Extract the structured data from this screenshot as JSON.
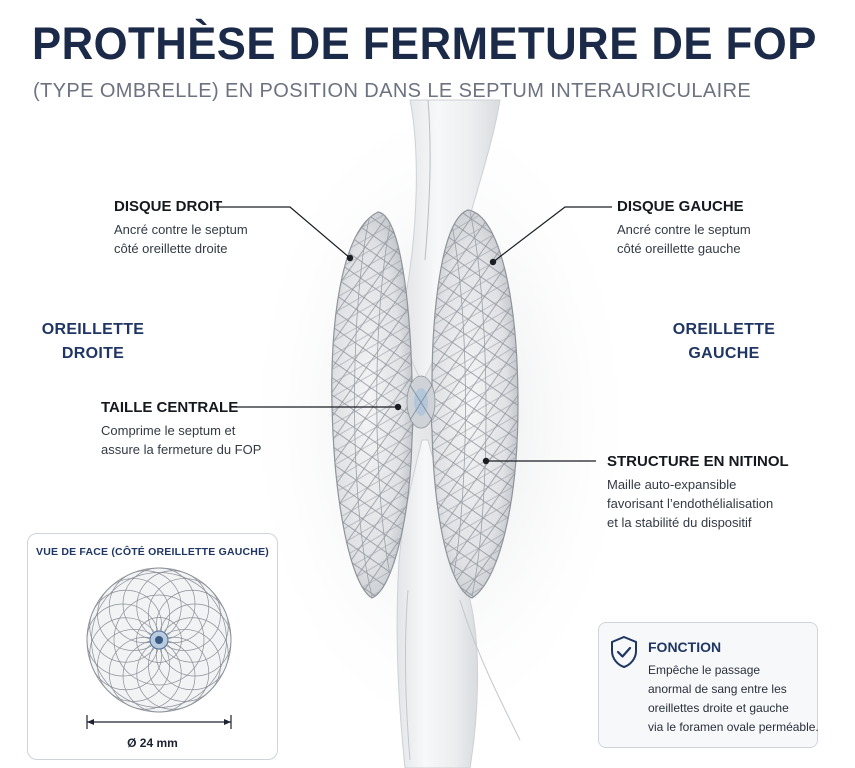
{
  "header": {
    "title": "PROTHÈSE DE FERMETURE DE FOP",
    "subtitle": "(TYPE OMBRELLE) EN POSITION DANS LE SEPTUM INTERAURICULAIRE"
  },
  "labels": {
    "disque_droit": {
      "title": "DISQUE DROIT",
      "lines": [
        "Ancré contre le septum",
        "côté oreillette droite"
      ]
    },
    "disque_gauche": {
      "title": "DISQUE GAUCHE",
      "lines": [
        "Ancré contre le septum",
        "côté oreillette gauche"
      ]
    },
    "taille_centrale": {
      "title": "TAILLE CENTRALE",
      "lines": [
        "Comprime le septum et",
        "assure la fermeture du FOP"
      ]
    },
    "structure": {
      "title": "STRUCTURE EN NITINOL",
      "lines": [
        "Maille auto-expansible",
        "favorisant l’endothélialisation",
        "et la stabilité du dispositif"
      ]
    }
  },
  "chambers": {
    "droite": [
      "OREILLETTE",
      "DROITE"
    ],
    "gauche": [
      "OREILLETTE",
      "GAUCHE"
    ]
  },
  "inset": {
    "title": "VUE DE FACE (CÔTÉ OREILLETTE GAUCHE)",
    "dimension": "Ø 24 mm"
  },
  "function_box": {
    "title": "FONCTION",
    "lines": [
      "Empêche le passage",
      "anormal de sang entre les",
      "oreillettes droite et gauche",
      "via le foramen ovale perméable."
    ],
    "icon": "shield-check-icon"
  },
  "colors": {
    "title": "#1b2a48",
    "accent": "#1f3563",
    "mesh": "#8a8f96"
  }
}
